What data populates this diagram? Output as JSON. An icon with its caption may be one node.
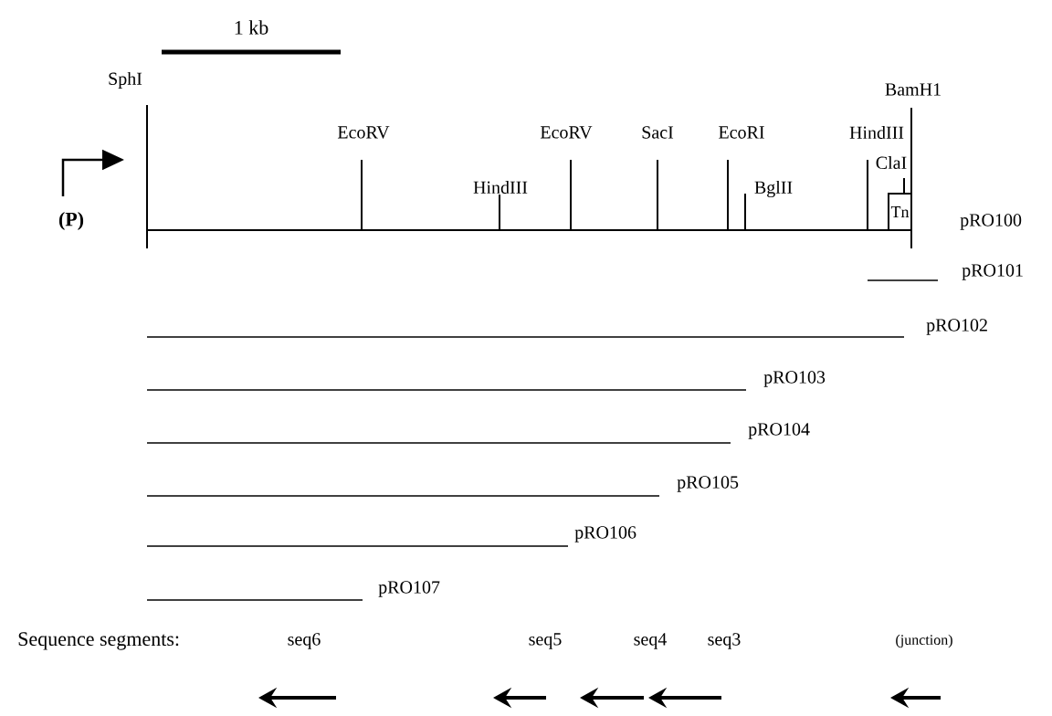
{
  "diagram": {
    "nodes": [
      {
        "text": [
          "Tn"
        ]
      }
    ],
    "labels": [
      "1 kb",
      "SphI",
      "BamH1",
      "EcoRV",
      "EcoRV",
      "SacI",
      "EcoRI",
      "HindIII",
      "ClaI",
      "HindIII",
      "BglII",
      "(P)",
      "pRO100",
      "pRO101",
      "pRO102",
      "pRO103",
      "pRO104",
      "pRO105",
      "pRO106",
      "pRO107",
      "Sequence segments:",
      "seq6",
      "seq5",
      "seq4",
      "seq3",
      "(junction)"
    ]
  }
}
